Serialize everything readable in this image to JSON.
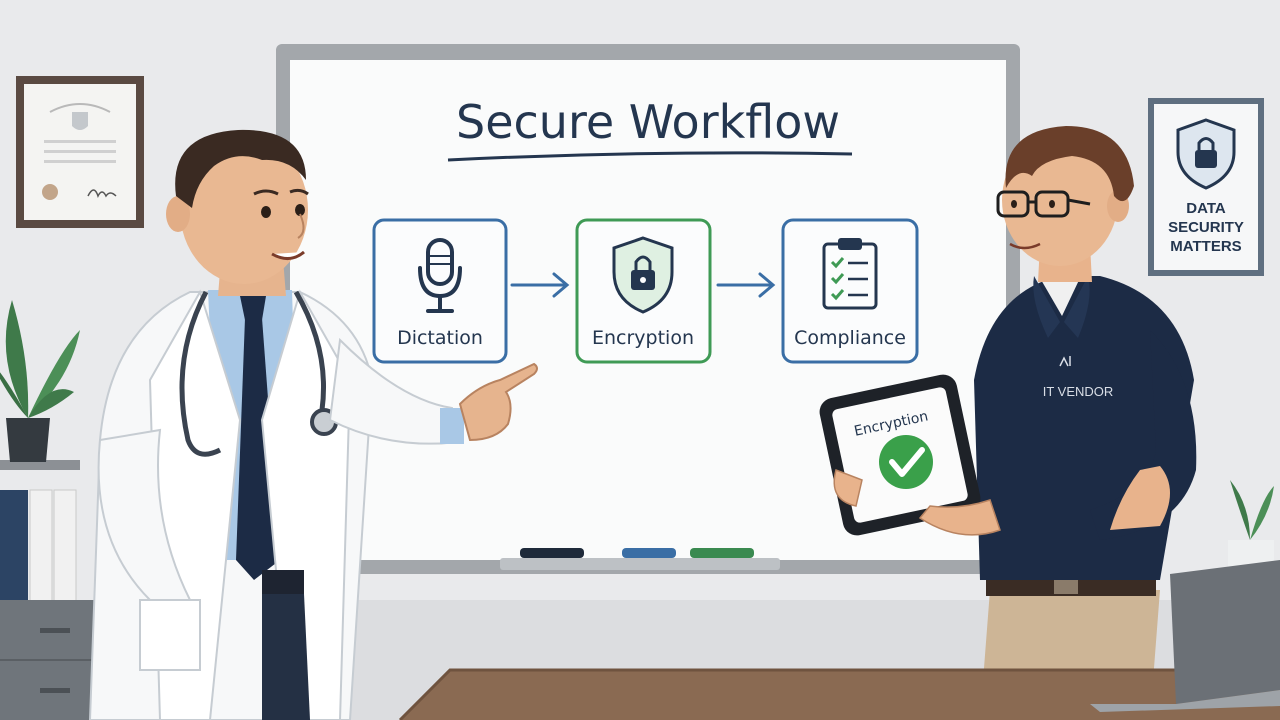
{
  "whiteboard": {
    "title": "Secure Workflow",
    "steps": [
      {
        "label": "Dictation",
        "icon": "microphone-icon",
        "color": "#3a6ea5"
      },
      {
        "label": "Encryption",
        "icon": "shield-lock-icon",
        "color": "#3f9a55"
      },
      {
        "label": "Compliance",
        "icon": "clipboard-check-icon",
        "color": "#3a6ea5"
      }
    ]
  },
  "poster": {
    "lines": [
      "DATA",
      "SECURITY",
      "MATTERS"
    ]
  },
  "vendor": {
    "shirt_logo": "IT VENDOR"
  },
  "tablet": {
    "label": "Encryption",
    "status_color": "#3aa04a"
  },
  "colors": {
    "wall": "#e9eaec",
    "board_frame": "#9ea3a8",
    "ink": "#24364f",
    "navy": "#1c2b45",
    "desk": "#8a6a52"
  }
}
